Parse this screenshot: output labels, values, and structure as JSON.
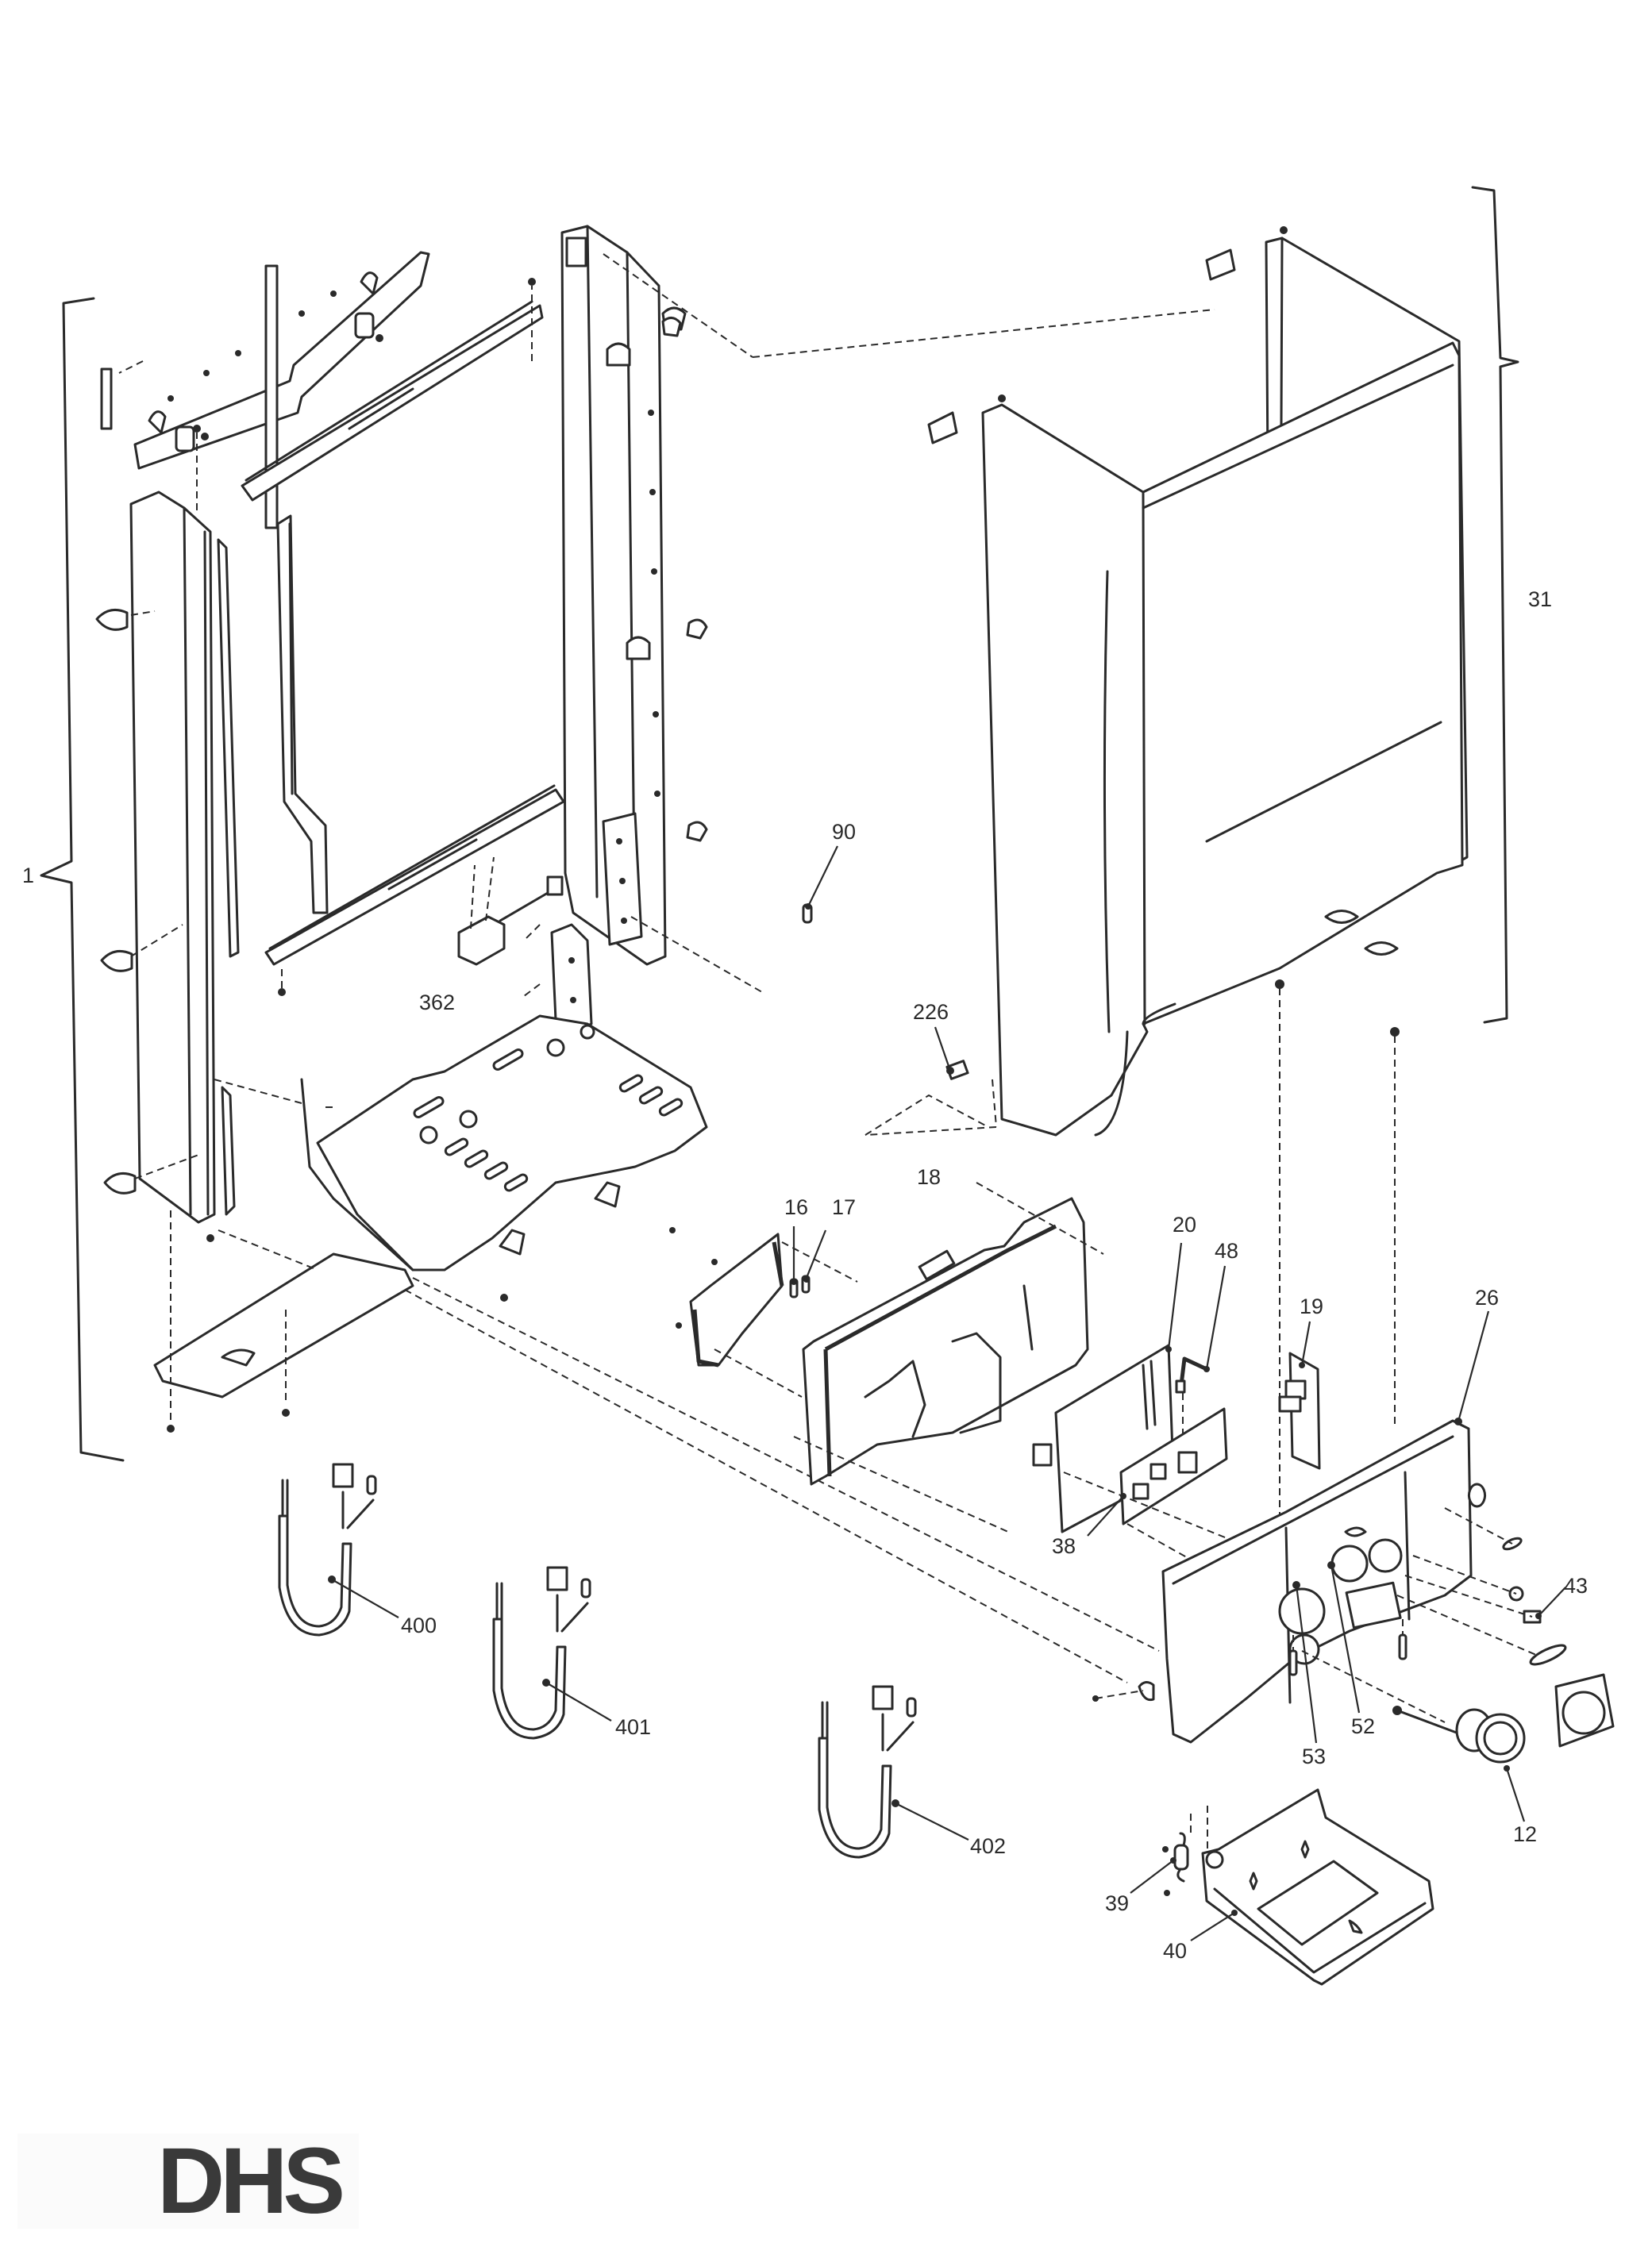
{
  "diagram": {
    "type": "exploded-parts-view",
    "subject": "boiler chassis, casing and control panel assembly"
  },
  "callouts": [
    {
      "id": "1",
      "label": "1",
      "part": "chassis frame assembly (bracketed group)"
    },
    {
      "id": "31",
      "label": "31",
      "part": "outer casing (bracketed group)"
    },
    {
      "id": "90",
      "label": "90",
      "part": "fixing pin"
    },
    {
      "id": "362",
      "label": "362",
      "part": "connector block"
    },
    {
      "id": "226",
      "label": "226",
      "part": "clip"
    },
    {
      "id": "16",
      "label": "16",
      "part": "pin"
    },
    {
      "id": "17",
      "label": "17",
      "part": "pin"
    },
    {
      "id": "18",
      "label": "18",
      "part": "control box housing"
    },
    {
      "id": "20",
      "label": "20",
      "part": "main PCB"
    },
    {
      "id": "48",
      "label": "48",
      "part": "lead"
    },
    {
      "id": "19",
      "label": "19",
      "part": "PCB"
    },
    {
      "id": "26",
      "label": "26",
      "part": "control fascia"
    },
    {
      "id": "38",
      "label": "38",
      "part": "display PCB"
    },
    {
      "id": "43",
      "label": "43",
      "part": "knob"
    },
    {
      "id": "53",
      "label": "53",
      "part": "fascia component"
    },
    {
      "id": "52",
      "label": "52",
      "part": "fascia component"
    },
    {
      "id": "12",
      "label": "12",
      "part": "pressure gauge"
    },
    {
      "id": "39",
      "label": "39",
      "part": "spring"
    },
    {
      "id": "40",
      "label": "40",
      "part": "fascia flap"
    },
    {
      "id": "400",
      "label": "400",
      "part": "wiring harness"
    },
    {
      "id": "401",
      "label": "401",
      "part": "wiring harness"
    },
    {
      "id": "402",
      "label": "402",
      "part": "wiring harness"
    }
  ],
  "logo": {
    "text": "DHS",
    "icon": "arrow-bracket-icon"
  }
}
